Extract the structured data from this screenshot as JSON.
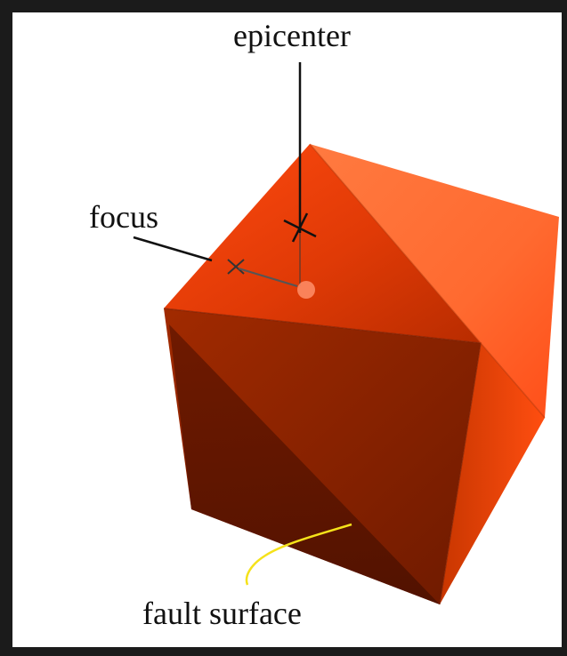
{
  "labels": {
    "epicenter": "epicenter",
    "focus": "focus",
    "fault_surface": "fault surface"
  },
  "colors": {
    "frame": "#1b1b1b",
    "block_top": "#ff4a10",
    "block_right": "#ff7a40",
    "block_front": "#8a2200",
    "fault_curve": "#f5e21a",
    "leader_lines": "#111111"
  },
  "icons": {
    "epicenter_marker": "cross-mark",
    "focus_marker": "cross-mark",
    "focus_point": "dot"
  }
}
